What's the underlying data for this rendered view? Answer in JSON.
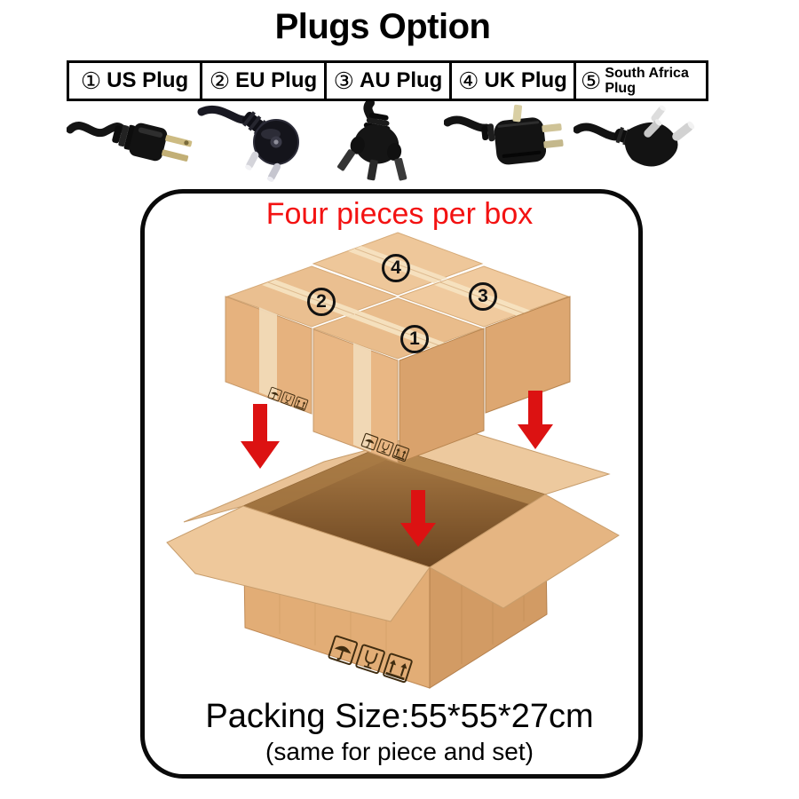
{
  "title": "Plugs Option",
  "plugs": {
    "cells": [
      {
        "num": "①",
        "label": "US Plug",
        "icon": "us-plug-icon"
      },
      {
        "num": "②",
        "label": "EU Plug",
        "icon": "eu-plug-icon"
      },
      {
        "num": "③",
        "label": "AU Plug",
        "icon": "au-plug-icon"
      },
      {
        "num": "④",
        "label": "UK Plug",
        "icon": "uk-plug-icon"
      },
      {
        "num": "⑤",
        "label_line1": "South Africa",
        "label_line2": "Plug",
        "icon": "south-africa-plug-icon"
      }
    ]
  },
  "packing": {
    "heading": "Four pieces per box",
    "size_text": "Packing Size:55*55*27cm",
    "note_text": "(same for piece and set)",
    "box_numbers": [
      "1",
      "2",
      "3",
      "4"
    ],
    "pictograms": [
      "keep-dry-icon",
      "fragile-icon",
      "this-way-up-icon"
    ]
  },
  "colors": {
    "heading_red": "#f31212",
    "arrow_red": "#dc1212",
    "cardboard_top": "#eec79a",
    "cardboard_side": "#e6b27e",
    "cardboard_dark": "#d9a26c",
    "tape": "#f6e2c0",
    "panel_border": "#0a0a0a"
  }
}
